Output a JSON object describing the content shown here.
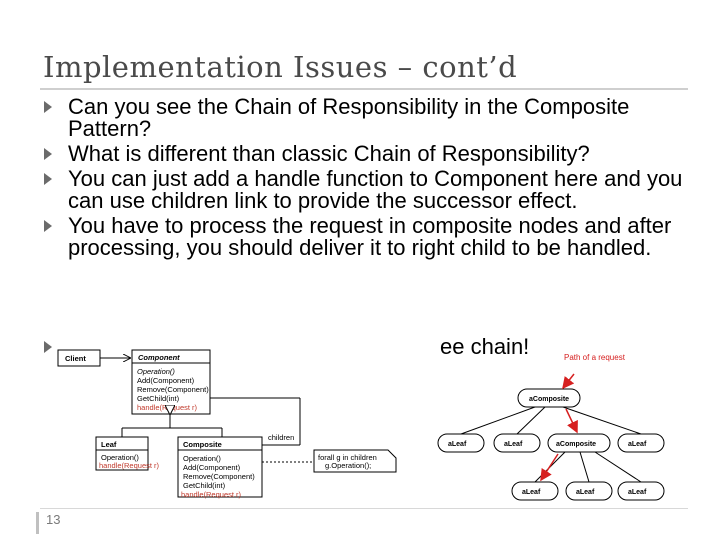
{
  "slide": {
    "title": "Implementation Issues – cont’d",
    "page_number": "13",
    "bullets": [
      "Can you see the Chain of Responsibility in the Composite Pattern?",
      "What is different than classic Chain of Responsibility?",
      "You can just add a handle function to Component here and you can use children link to provide the successor effect.",
      "You have to process the request in composite nodes and after processing, you should deliver it to right child to be handled."
    ],
    "last_bullet_visible": "ee chain!"
  },
  "uml": {
    "client": "Client",
    "component": "Component",
    "component_ops": [
      "Operation()",
      "Add(Component)",
      "Remove(Component)",
      "GetChild(int)"
    ],
    "component_handle": "handle(Request r)",
    "leaf": "Leaf",
    "leaf_ops": [
      "Operation()"
    ],
    "leaf_handle": "handle(Request r)",
    "composite": "Composite",
    "composite_ops": [
      "Operation()",
      "Add(Component)",
      "Remove(Component)",
      "GetChild(int)"
    ],
    "composite_handle": "handle(Request r)",
    "children_label": "children",
    "note": [
      "forall g in children",
      "g.Operation();"
    ]
  },
  "tree": {
    "path_label": "Path of a request",
    "root": "aComposite",
    "level1": [
      "aLeaf",
      "aLeaf",
      "aComposite",
      "aLeaf"
    ],
    "level2": [
      "aLeaf",
      "aLeaf",
      "aLeaf"
    ]
  },
  "colors": {
    "title": "#4a4a4a",
    "handle_text": "#c0392b",
    "arrow_red": "#d62020",
    "bullet_arrow": "#6b6b6b"
  }
}
